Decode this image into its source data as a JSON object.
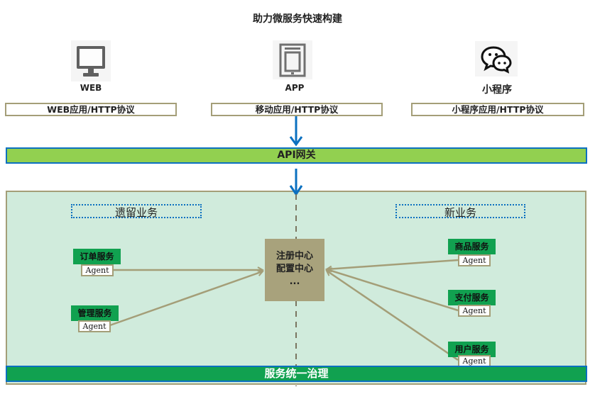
{
  "title": "助力微服务快速构建",
  "clients": [
    {
      "icon": "monitor-icon",
      "label": "WEB",
      "protocol": "WEB应用/HTTP协议"
    },
    {
      "icon": "tablet-icon",
      "label": "APP",
      "protocol": "移动应用/HTTP协议"
    },
    {
      "icon": "wechat-icon",
      "label": "小程序",
      "protocol": "小程序应用/HTTP协议"
    }
  ],
  "gateway": {
    "label": "API网关"
  },
  "service_area": {
    "legacy_label": "遗留业务",
    "new_label": "新业务",
    "registry": {
      "lines": [
        "注册中心",
        "配置中心",
        "..."
      ]
    },
    "legacy_services": [
      {
        "name": "订单服务",
        "agent": "Agent"
      },
      {
        "name": "管理服务",
        "agent": "Agent"
      }
    ],
    "new_services": [
      {
        "name": "商品服务",
        "agent": "Agent"
      },
      {
        "name": "支付服务",
        "agent": "Agent"
      },
      {
        "name": "用户服务",
        "agent": "Agent"
      }
    ],
    "governance_label": "服务统一治理"
  },
  "colors": {
    "gateway_fill": "#92d050",
    "bar_border": "#0b70c0",
    "service_area_fill": "#d0ebdc",
    "service_fill": "#11a150",
    "registry_fill": "#a8a27c",
    "connector": "#a49e78",
    "arrow": "#0b70c0"
  }
}
